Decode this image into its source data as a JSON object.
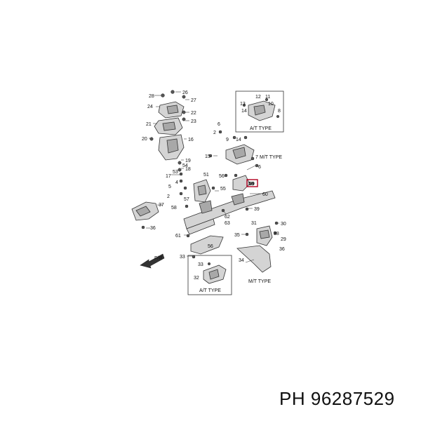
{
  "caption": {
    "prefix": "PH",
    "number": "96287529"
  },
  "boxes": {
    "at_type_top": "A/T TYPE",
    "mt_type_right": "M/T TYPE",
    "mt_type_bottom": "M/T TYPE",
    "at_type_bottom": "A/T TYPE",
    "direction": "F/R"
  },
  "callouts": [
    "28",
    "26",
    "27",
    "24",
    "22",
    "23",
    "21",
    "20",
    "16",
    "19",
    "18",
    "17",
    "13",
    "14",
    "12",
    "11",
    "10",
    "8",
    "6",
    "2",
    "9",
    "14",
    "15",
    "7",
    "6",
    "54",
    "53",
    "51",
    "56",
    "5",
    "55",
    "59",
    "4",
    "2",
    "60",
    "57",
    "58",
    "37",
    "39",
    "61",
    "62",
    "63",
    "31",
    "30",
    "35",
    "38",
    "29",
    "34",
    "33",
    "32",
    "36",
    "56",
    "36",
    "33"
  ],
  "highlight": "59",
  "colors": {
    "highlight": "#b00020",
    "line": "#333333",
    "part_fill": "#d4d4d4"
  }
}
